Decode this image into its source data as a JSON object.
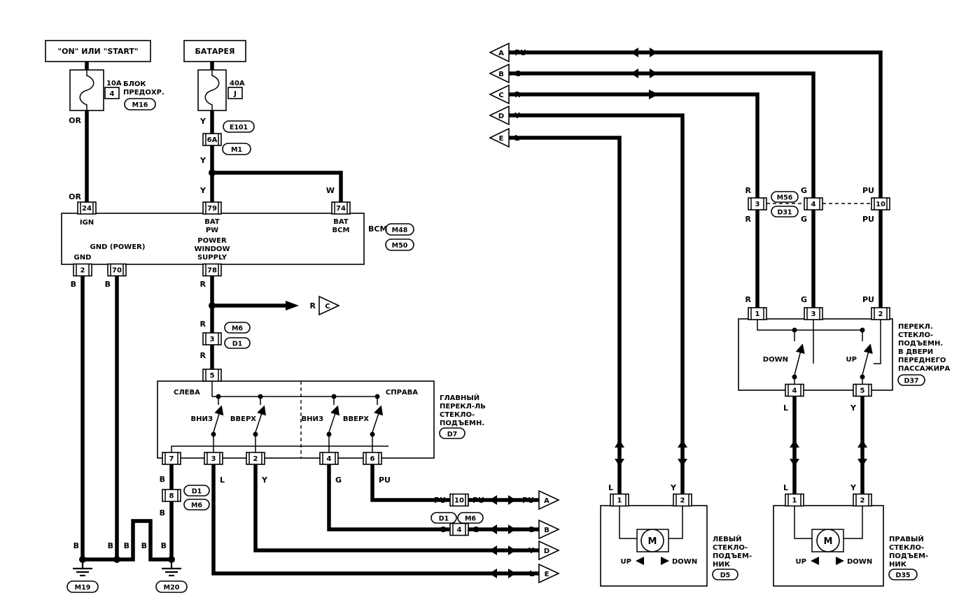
{
  "colors": {
    "ink": "#000000",
    "background": "#ffffff"
  },
  "wire": {
    "or": "OR",
    "y": "Y",
    "w": "W",
    "b": "B",
    "r": "R",
    "l": "L",
    "g": "G",
    "pu": "PU"
  },
  "ignition": {
    "title": "\"ON\" ИЛИ \"START\"",
    "fuse_rating": "10A",
    "fuse_no": "4",
    "block_line1": "БЛОК",
    "block_line2": "ПРЕДОХР.",
    "ref": "M16"
  },
  "battery": {
    "title": "БАТАРЕЯ",
    "fuse_rating": "40A",
    "fuse_no": "J"
  },
  "refs": {
    "e101": "E101",
    "m1": "M1",
    "c6a": "6A",
    "m48": "M48",
    "m50": "M50",
    "m6": "M6",
    "d1": "D1",
    "d7": "D7",
    "m19": "M19",
    "m20": "M20",
    "m56": "M56",
    "d31": "D31",
    "d37": "D37",
    "d5": "D5",
    "d35": "D35"
  },
  "bcm": {
    "name": "BCM",
    "pin_ign": "24",
    "pin_bat_pw": "79",
    "pin_bat_bcm": "74",
    "lbl_ign": "IGN",
    "lbl_bat": "BAT",
    "lbl_pw": "PW",
    "lbl_bcm": "BCM",
    "supply_line1": "POWER",
    "supply_line2": "WINDOW",
    "supply_line3": "SUPPLY",
    "lbl_gnd_power": "GND (POWER)",
    "lbl_gnd": "GND",
    "pin_gnd": "2",
    "pin_gnd_power": "70",
    "pin_supply": "78"
  },
  "main_switch": {
    "pin_supply": "5",
    "left": "СЛЕВА",
    "right": "СПРАВА",
    "down": "ВНИЗ",
    "up": "ВВЕРХ",
    "title_line1": "ГЛАВНЫЙ",
    "title_line2": "ПЕРЕКЛ-ЛЬ",
    "title_line3": "СТЕКЛО-",
    "title_line4": "ПОДЪЕМН.",
    "pin_gnd": "7",
    "pin_l": "3",
    "pin_y": "2",
    "pin_g": "4",
    "pin_pu": "6"
  },
  "connectors": {
    "c8": "8",
    "c10_left": "10",
    "c4_left": "4",
    "c3_left": "3",
    "c3_right": "3",
    "c4_right": "4",
    "c10_right": "10"
  },
  "arrows": {
    "a": "A",
    "b": "B",
    "c": "C",
    "d": "D",
    "e": "E"
  },
  "passenger_switch": {
    "pin_r": "1",
    "pin_g": "3",
    "pin_pu": "2",
    "down": "DOWN",
    "up": "UP",
    "pin_l": "4",
    "pin_y": "5",
    "title_line1": "ПЕРЕКЛ.",
    "title_line2": "СТЕКЛО-",
    "title_line3": "ПОДЪЕМН.",
    "title_line4": "В ДВЕРИ",
    "title_line5": "ПЕРЕДНЕГО",
    "title_line6": "ПАССАЖИРА"
  },
  "left_regulator": {
    "pin1": "1",
    "pin2": "2",
    "motor": "M",
    "up": "UP",
    "down": "DOWN",
    "title_line1": "ЛЕВЫЙ",
    "title_line2": "СТЕКЛО-",
    "title_line3": "ПОДЪЕМ-",
    "title_line4": "НИК"
  },
  "right_regulator": {
    "pin1": "1",
    "pin2": "2",
    "motor": "M",
    "up": "UP",
    "down": "DOWN",
    "title_line1": "ПРАВЫЙ",
    "title_line2": "СТЕКЛО-",
    "title_line3": "ПОДЪЕМ-",
    "title_line4": "НИК"
  }
}
